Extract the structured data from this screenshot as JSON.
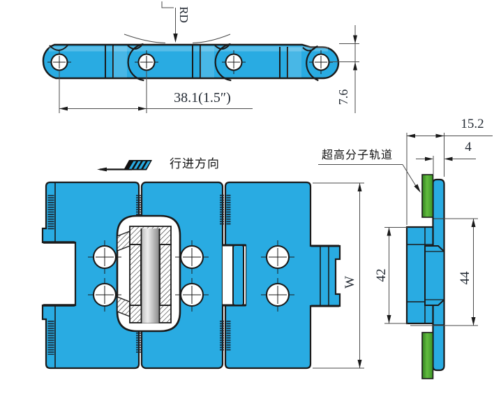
{
  "drawing_labels": {
    "rd": "RD",
    "pitch": "38.1(1.5″)",
    "pin_top_offset": "7.6",
    "travel_direction": "行进方向",
    "track_callout": "超高分子轨道",
    "overall_width": "15.2",
    "plate_thickness": "4",
    "hub_height": "42",
    "inner_height": "44",
    "belt_width": "W"
  },
  "colors": {
    "chain_blue": "#29abe2",
    "track_green": "#52ae33",
    "pin_gray": "#9b9b9b",
    "outline": "#1a1a1a",
    "dim_lines": "#4a4a4a",
    "dim_text": "#232a33"
  }
}
